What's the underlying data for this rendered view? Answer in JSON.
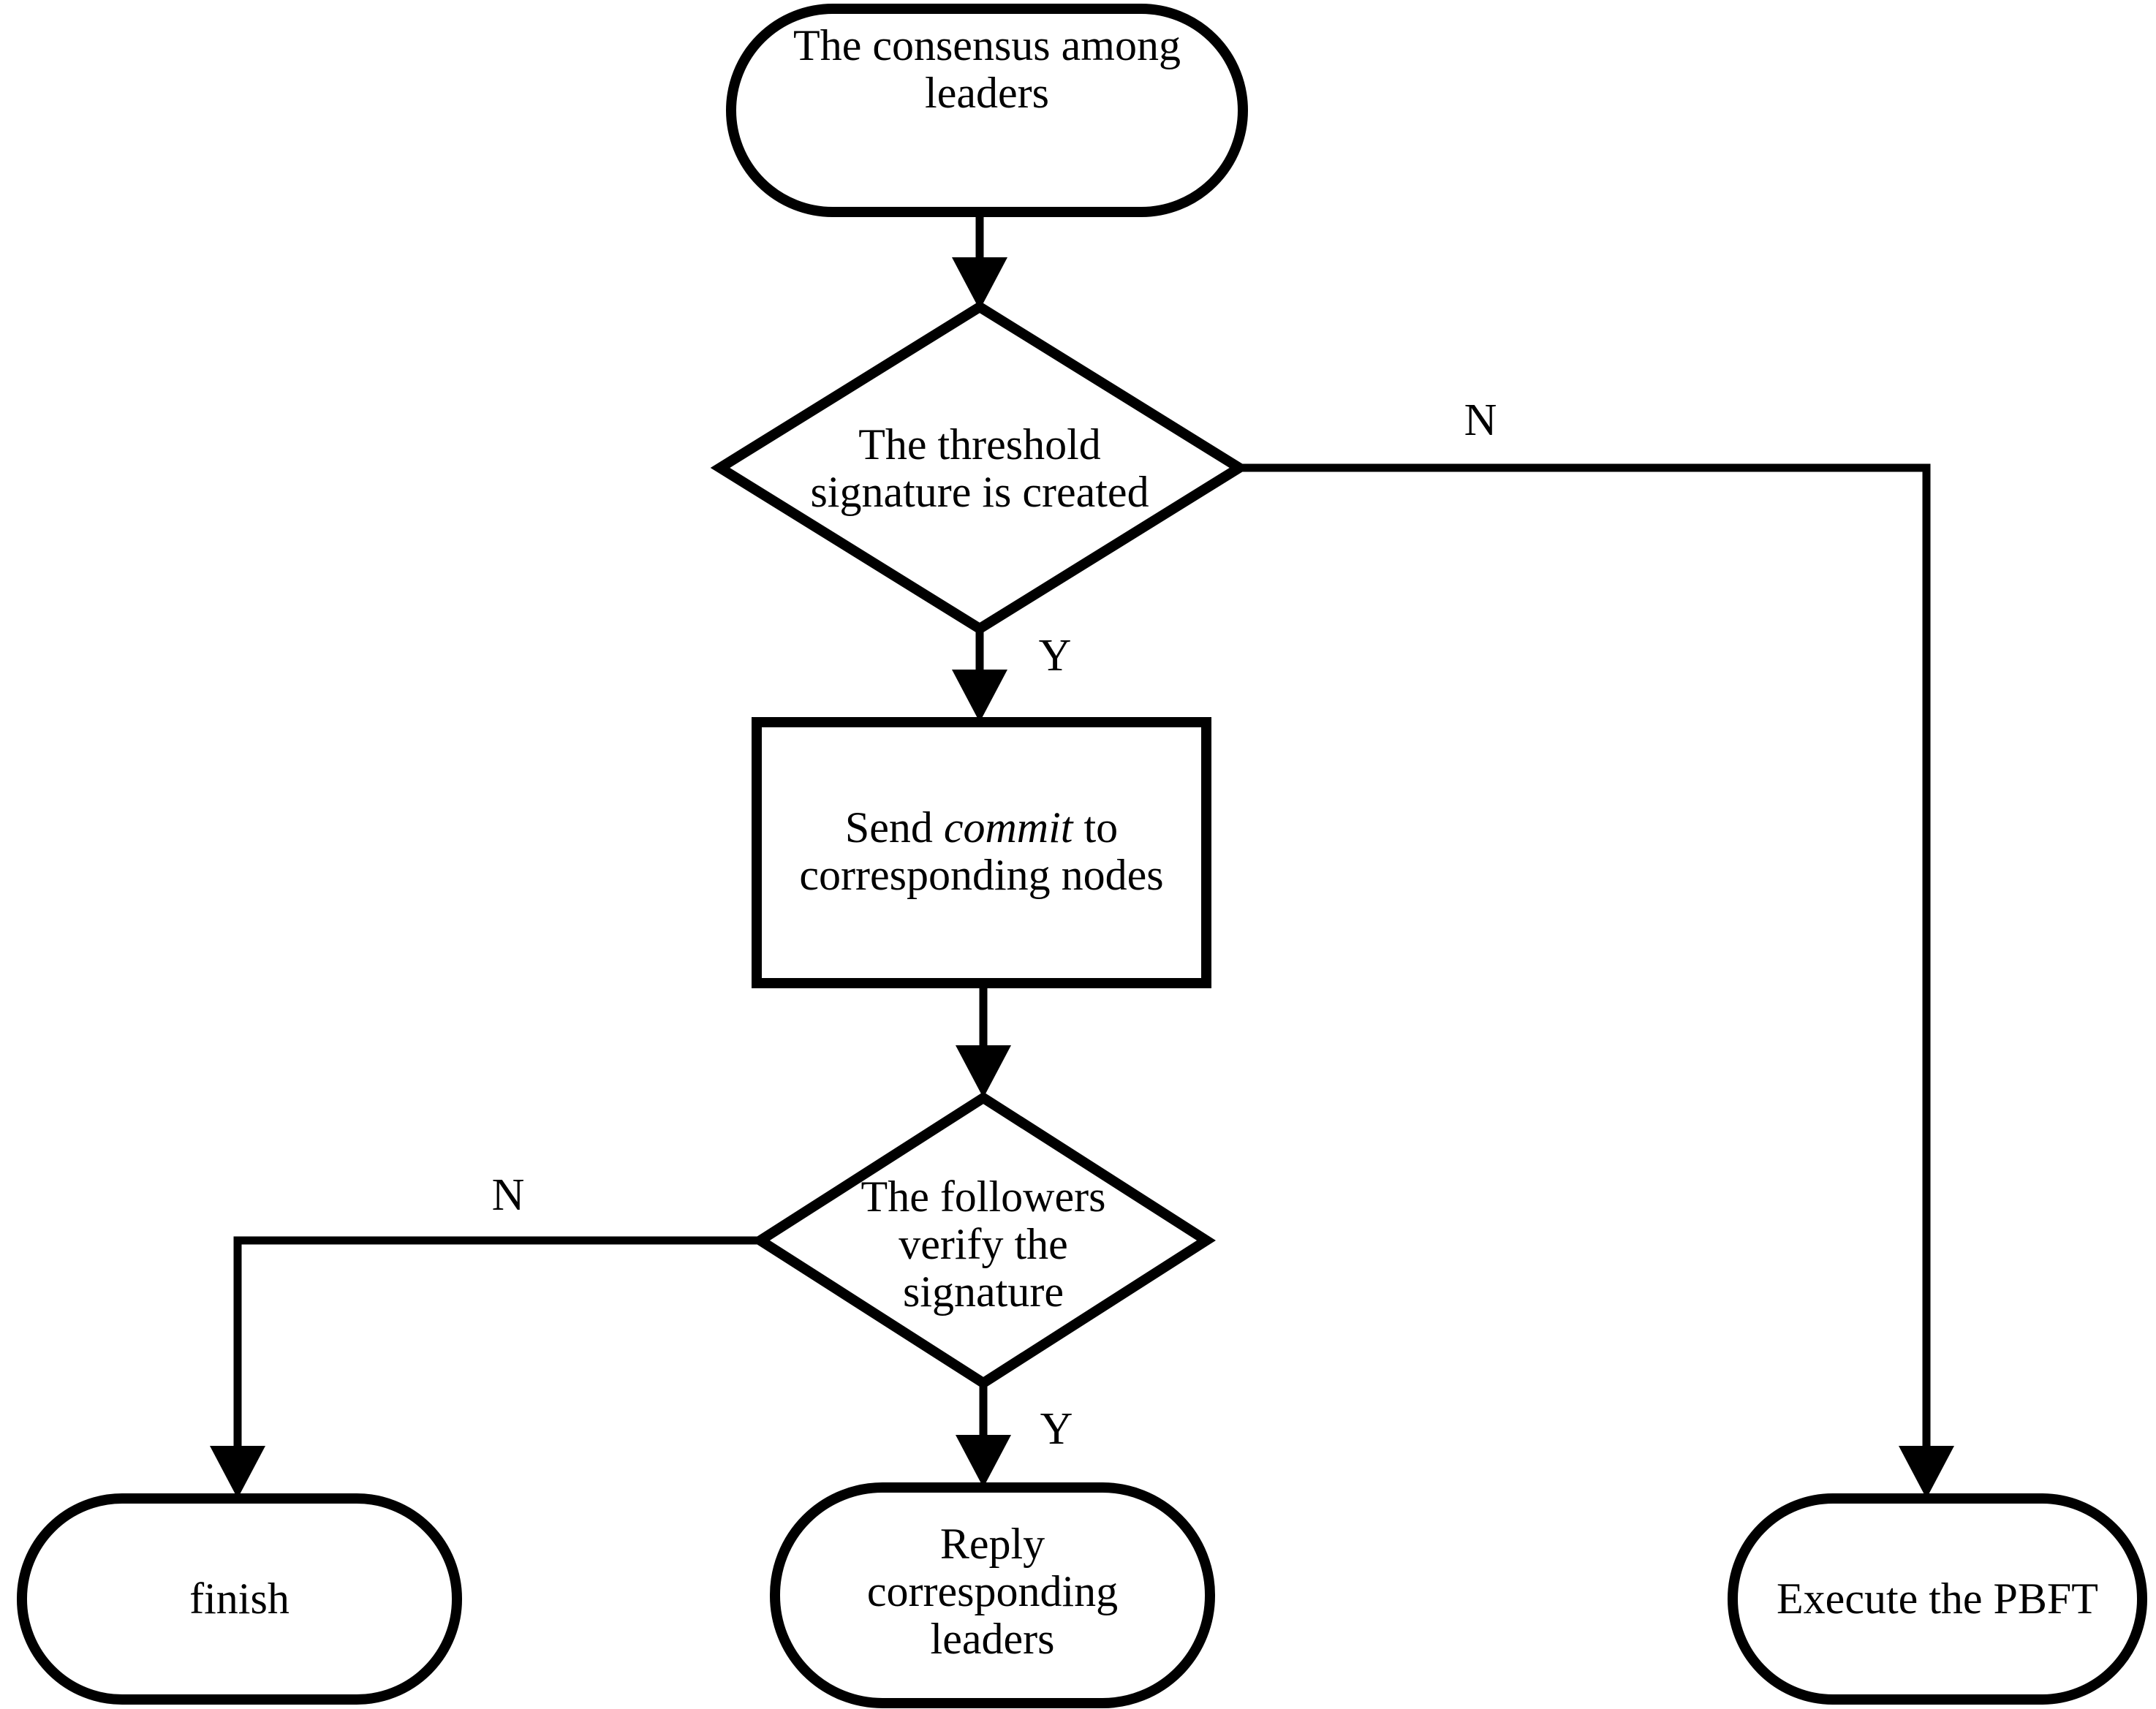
{
  "diagram": {
    "title": "Consensus among leaders flowchart",
    "colors": {
      "stroke": "#000000",
      "fill": "#ffffff",
      "text": "#000000"
    },
    "nodes": {
      "start": {
        "shape": "stadium",
        "label": "The consensus among\nleaders"
      },
      "decision_threshold": {
        "shape": "diamond",
        "label": "The threshold\nsignature is created"
      },
      "process_send_commit": {
        "shape": "rectangle",
        "label_before": "Send ",
        "label_italic": "commit",
        "label_after": "  to\ncorresponding nodes",
        "label_plain": "Send commit  to corresponding nodes"
      },
      "decision_verify": {
        "shape": "diamond",
        "label": "The followers\nverify the\nsignature"
      },
      "end_finish": {
        "shape": "stadium",
        "label": "finish"
      },
      "end_reply": {
        "shape": "stadium",
        "label": "Reply\ncorresponding\nleaders"
      },
      "end_pbft": {
        "shape": "stadium",
        "label": "Execute the PBFT"
      }
    },
    "edge_labels": {
      "threshold_no": "N",
      "threshold_yes": "Y",
      "verify_no": "N",
      "verify_yes": "Y"
    },
    "edges": [
      {
        "from": "start",
        "to": "decision_threshold",
        "label": ""
      },
      {
        "from": "decision_threshold",
        "to": "end_pbft",
        "label": "N"
      },
      {
        "from": "decision_threshold",
        "to": "process_send_commit",
        "label": "Y"
      },
      {
        "from": "process_send_commit",
        "to": "decision_verify",
        "label": ""
      },
      {
        "from": "decision_verify",
        "to": "end_finish",
        "label": "N"
      },
      {
        "from": "decision_verify",
        "to": "end_reply",
        "label": "Y"
      }
    ]
  }
}
